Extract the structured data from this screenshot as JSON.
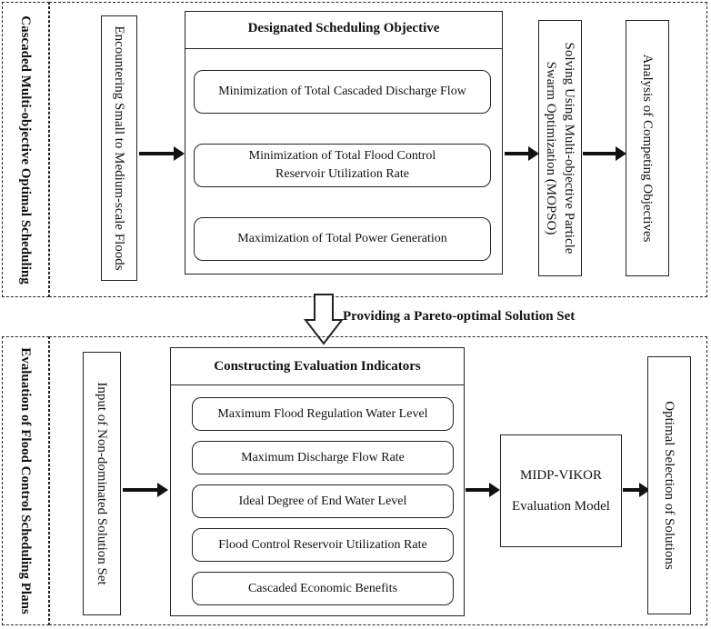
{
  "top_section": {
    "side_label": "Cascaded Multi-objective Optimal Scheduling",
    "input_box": "Encountering Small to Medium-scale Floods",
    "objective_panel": {
      "title": "Designated Scheduling Objective",
      "items": [
        "Minimization of Total Cascaded Discharge Flow",
        "Minimization of Total Flood Control",
        "Reservoir Utilization Rate",
        "Maximization of Total Power Generation"
      ]
    },
    "solver_box": {
      "line1": "Solving Using Multi-objective Particle",
      "line2": "Swarm Optimization (MOPSO)"
    },
    "analysis_box": "Analysis of Competing Objectives"
  },
  "connector_label": "Providing a Pareto-optimal Solution Set",
  "bottom_section": {
    "side_label": "Evaluation of Flood Control Scheduling Plans",
    "input_box": "Input of Non-dominated Solution Set",
    "indicator_panel": {
      "title": "Constructing Evaluation Indicators",
      "items": [
        "Maximum Flood Regulation Water Level",
        "Maximum Discharge Flow Rate",
        "Ideal Degree of End Water Level",
        "Flood Control Reservoir Utilization Rate",
        "Cascaded Economic Benefits"
      ]
    },
    "model_box": {
      "line1": "MIDP-VIKOR",
      "line2": "Evaluation Model"
    },
    "output_box": "Optimal Selection of Solutions"
  }
}
